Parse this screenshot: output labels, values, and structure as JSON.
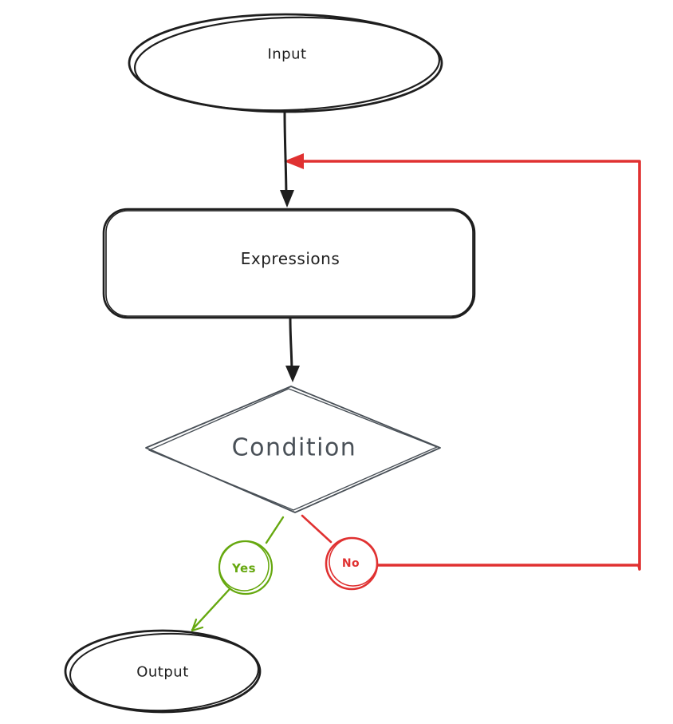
{
  "diagram": {
    "type": "flowchart",
    "style": "hand-drawn",
    "background": "#ffffff",
    "colors": {
      "node_stroke": "#1e1e1e",
      "condition_stroke": "#495057",
      "yes_branch": "#66a80f",
      "no_branch": "#e03131"
    },
    "nodes": {
      "input": {
        "label": "Input",
        "shape": "ellipse",
        "stroke": "#1e1e1e"
      },
      "expressions": {
        "label": "Expressions",
        "shape": "rounded-rectangle",
        "stroke": "#1e1e1e"
      },
      "condition": {
        "label": "Condition",
        "shape": "diamond",
        "stroke": "#495057"
      },
      "yes": {
        "label": "Yes",
        "shape": "circle",
        "stroke": "#66a80f"
      },
      "no": {
        "label": "No",
        "shape": "circle",
        "stroke": "#e03131"
      },
      "output": {
        "label": "Output",
        "shape": "ellipse",
        "stroke": "#1e1e1e"
      }
    },
    "edges": [
      {
        "from": "input",
        "to": "expressions",
        "color": "#1e1e1e",
        "kind": "arrow"
      },
      {
        "from": "expressions",
        "to": "condition",
        "color": "#1e1e1e",
        "kind": "arrow"
      },
      {
        "from": "condition",
        "to": "yes",
        "color": "#66a80f",
        "kind": "line"
      },
      {
        "from": "yes",
        "to": "output",
        "color": "#66a80f",
        "kind": "arrow"
      },
      {
        "from": "condition",
        "to": "no",
        "color": "#e03131",
        "kind": "line"
      },
      {
        "from": "no",
        "to": "input-expressions-arrow",
        "color": "#e03131",
        "kind": "arrow",
        "route": "right-up-left loop"
      }
    ]
  }
}
